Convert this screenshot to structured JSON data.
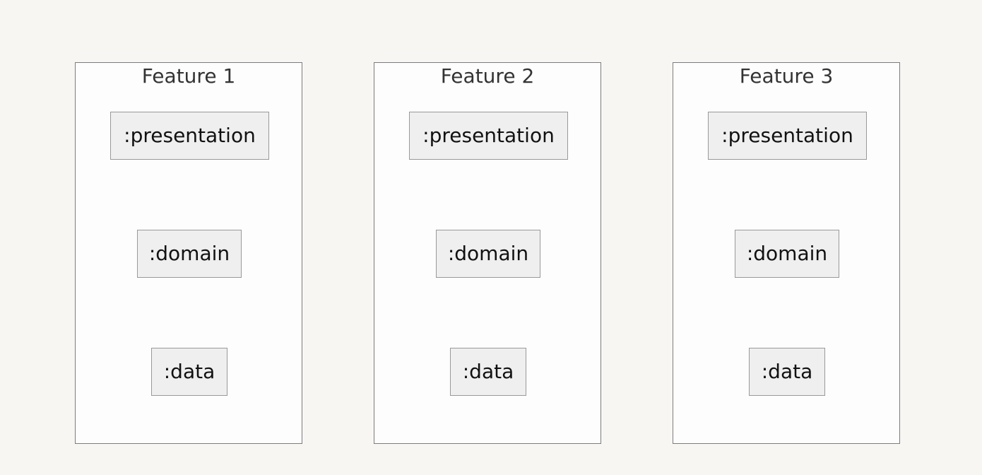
{
  "features": [
    {
      "title": "Feature 1",
      "modules": [
        ":presentation",
        ":domain",
        ":data"
      ]
    },
    {
      "title": "Feature 2",
      "modules": [
        ":presentation",
        ":domain",
        ":data"
      ]
    },
    {
      "title": "Feature 3",
      "modules": [
        ":presentation",
        ":domain",
        ":data"
      ]
    }
  ]
}
